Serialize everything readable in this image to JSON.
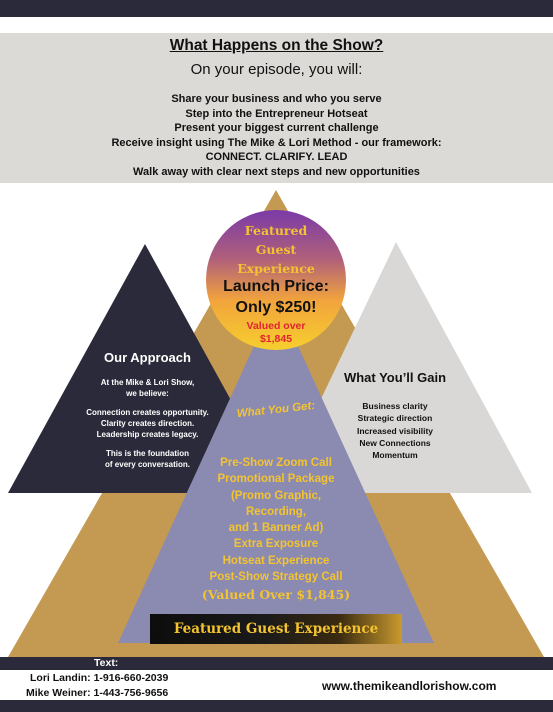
{
  "header": {
    "title": "What Happens on the Show?",
    "subtitle": "On your episode, you will:",
    "steps": [
      "Share your business and who you serve",
      "Step into the Entrepreneur Hotseat",
      "Present your biggest current challenge",
      "Receive insight using The Mike & Lori Method - our framework:",
      "CONNECT. CLARIFY. LEAD",
      "Walk away with clear next steps and new opportunities"
    ]
  },
  "featured_circle": {
    "line1": "Featured",
    "line2": "Guest",
    "line3": "Experience",
    "launch1": "Launch Price:",
    "launch2": "Only $250!",
    "valued1": "Valued over",
    "valued2": "$1,845"
  },
  "approach": {
    "title": "Our Approach",
    "intro1": "At the Mike & Lori Show,",
    "intro2": "we believe:",
    "belief1": "Connection creates opportunity.",
    "belief2": "Clarity creates direction.",
    "belief3": "Leadership creates legacy.",
    "closing1": "This is the foundation",
    "closing2": "of every conversation."
  },
  "gain": {
    "title": "What You’ll Gain",
    "items": [
      "Business clarity",
      "Strategic direction",
      "Increased visibility",
      "New Connections",
      "Momentum"
    ]
  },
  "get": {
    "title": "What You Get:",
    "items": [
      "Pre-Show Zoom Call",
      "Promotional Package",
      "(Promo Graphic,",
      "Recording,",
      "and 1 Banner Ad)",
      "Extra Exposure",
      "Hotseat Experience",
      "Post-Show Strategy Call"
    ],
    "valued": "(Valued Over $1,845)"
  },
  "banner": {
    "label": "Featured Guest Experience"
  },
  "footer": {
    "text_label": "Text:",
    "contact1": "Lori Landin: 1-916-660-2039",
    "contact2": "Mike Weiner: 1-443-756-9656",
    "website": "www.themikeandlorishow.com"
  },
  "colors": {
    "dark_navy": "#2b2a3a",
    "gold": "#c49a52",
    "lavender": "#8b8ab0",
    "light_gray": "#d9d8d6",
    "accent_yellow": "#f4c430",
    "price_red": "#e0242e"
  }
}
